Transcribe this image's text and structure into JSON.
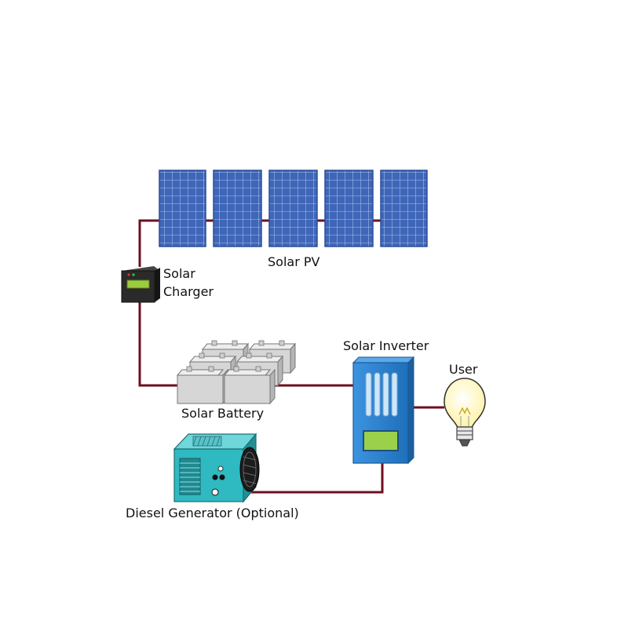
{
  "labels": {
    "solar_pv": "Solar PV",
    "solar_charger": "Solar\nCharger",
    "solar_battery": "Solar Battery",
    "solar_inverter": "Solar Inverter",
    "user": "User",
    "diesel_generator": "Diesel Generator (Optional)"
  },
  "components": {
    "solar_panel_count": 5,
    "battery_count": 6
  },
  "colors": {
    "wire": "#6e0f1f",
    "panel_fill": "#3f66b8",
    "panel_grid": "#a9c0ea",
    "charger_body": "#2a2a2a",
    "charger_screen": "#9ccc3f",
    "battery_body": "#d6d6d6",
    "inverter_body": "#2c82d0",
    "inverter_screen": "#9ad04a",
    "generator_body": "#2fb9c0",
    "bulb_glass": "#fff8c4"
  },
  "icons": {
    "panel": "solar-panel-icon",
    "charger": "charge-controller-icon",
    "battery": "battery-icon",
    "inverter": "inverter-icon",
    "bulb": "light-bulb-icon",
    "generator": "generator-icon"
  }
}
